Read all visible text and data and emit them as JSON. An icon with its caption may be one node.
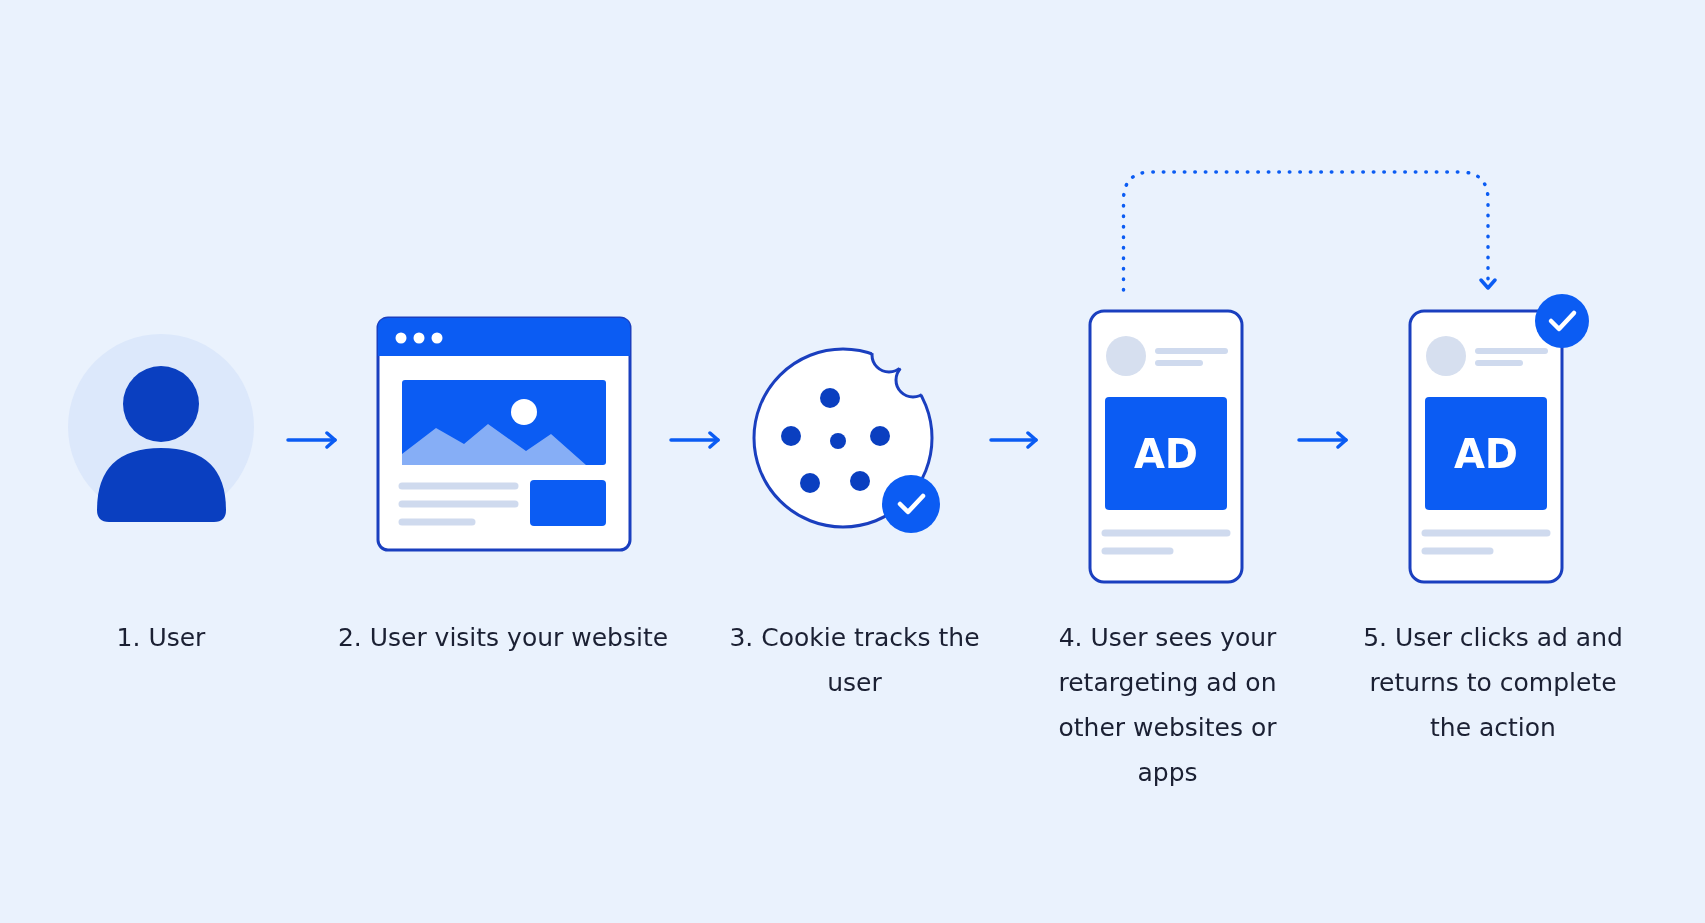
{
  "diagram": {
    "nodes": [
      {
        "text": [
          "1. User"
        ]
      },
      {
        "text": [
          "2. User visits your website"
        ]
      },
      {
        "text": [
          "3. Cookie tracks the user"
        ]
      },
      {
        "text": [
          "AD",
          "4. User sees your retargeting ad on other websites or apps"
        ]
      },
      {
        "text": [
          "AD",
          "5. User clicks ad and returns to complete the action"
        ]
      }
    ],
    "edges": [
      {
        "from": 0,
        "to": 1,
        "arrow": "to"
      },
      {
        "from": 1,
        "to": 2,
        "arrow": "to"
      },
      {
        "from": 2,
        "to": 3,
        "arrow": "to"
      },
      {
        "from": 3,
        "to": 4,
        "arrow": "to"
      },
      {
        "from": 3,
        "to": 4,
        "arrow": "to",
        "style": "dashed"
      }
    ]
  }
}
